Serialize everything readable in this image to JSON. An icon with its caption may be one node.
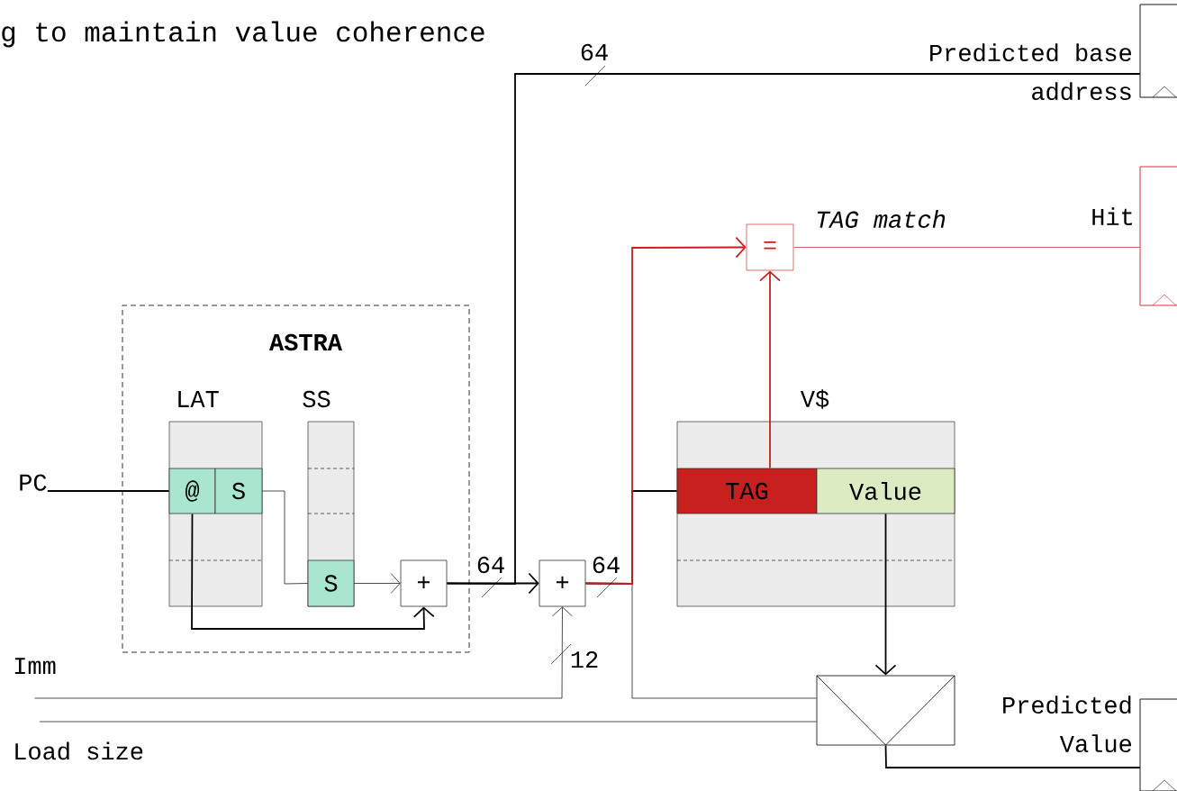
{
  "diagram": {
    "title": "g to maintain value coherence",
    "nodes": [
      {
        "text": [
          "ASTRA"
        ]
      },
      {
        "text": [
          "LAT"
        ],
        "in": 0
      },
      {
        "text": [
          "@"
        ],
        "in": 1
      },
      {
        "text": [
          "S"
        ],
        "in": 1
      },
      {
        "text": [
          "SS"
        ],
        "in": 0
      },
      {
        "text": [
          "S"
        ],
        "in": 4
      },
      {
        "text": [
          "+"
        ],
        "in": 0
      },
      {
        "text": [
          "+"
        ]
      },
      {
        "text": [
          "V$"
        ]
      },
      {
        "text": [
          "TAG"
        ],
        "in": 8
      },
      {
        "text": [
          "Value"
        ],
        "in": 8
      },
      {
        "text": [
          "="
        ],
        "beside": [
          "TAG match"
        ]
      },
      {
        "text": [],
        "shape": "box"
      },
      {
        "text": [
          "Predicted base address"
        ]
      },
      {
        "text": [
          "Hit"
        ]
      },
      {
        "text": [
          "Predicted Value"
        ]
      },
      {
        "text": [
          "PC"
        ]
      },
      {
        "text": [
          "Imm"
        ]
      },
      {
        "text": [
          "Load size"
        ]
      }
    ],
    "edges": [
      {
        "from": 16,
        "to": 2,
        "arrow": "none"
      },
      {
        "from": 3,
        "to": 5,
        "arrow": "none"
      },
      {
        "from": 2,
        "to": 6,
        "arrow": "to"
      },
      {
        "from": 5,
        "to": 6,
        "arrow": "to"
      },
      {
        "from": 6,
        "to": 7,
        "arrow": "to",
        "label": "64"
      },
      {
        "from": 6,
        "to": 13,
        "arrow": "none",
        "label": "64"
      },
      {
        "from": 17,
        "to": 7,
        "arrow": "to",
        "label": "12"
      },
      {
        "from": 7,
        "to": 9,
        "arrow": "none",
        "label": "64"
      },
      {
        "from": 7,
        "to": 11,
        "arrow": "to",
        "color": "#c8201e"
      },
      {
        "from": 7,
        "to": 12,
        "arrow": "none"
      },
      {
        "from": 9,
        "to": 11,
        "arrow": "to",
        "color": "#c8201e"
      },
      {
        "from": 11,
        "to": 14,
        "arrow": "none",
        "color": "#c8201e"
      },
      {
        "from": 10,
        "to": 12,
        "arrow": "to"
      },
      {
        "from": 18,
        "to": 12,
        "arrow": "none"
      },
      {
        "from": 12,
        "to": 15,
        "arrow": "none"
      }
    ]
  }
}
